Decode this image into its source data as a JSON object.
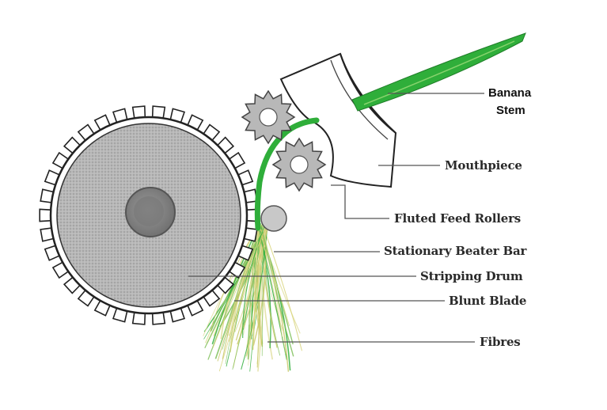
{
  "labels": {
    "stem_line1": "Banana",
    "stem_line2": "Stem",
    "mouthpiece": "Mouthpiece",
    "feed_rollers": "Fluted Feed Rollers",
    "beater_bar": "Stationary Beater Bar",
    "drum": "Stripping Drum",
    "blade": "Blunt Blade",
    "fibres": "Fibres"
  },
  "colors": {
    "stem_green": "#2fae3a",
    "fibre_yellow": "#d8d47a",
    "drum_fill": "#b4b4b4",
    "hub": "#8a8a8a",
    "leader": "#555555"
  }
}
